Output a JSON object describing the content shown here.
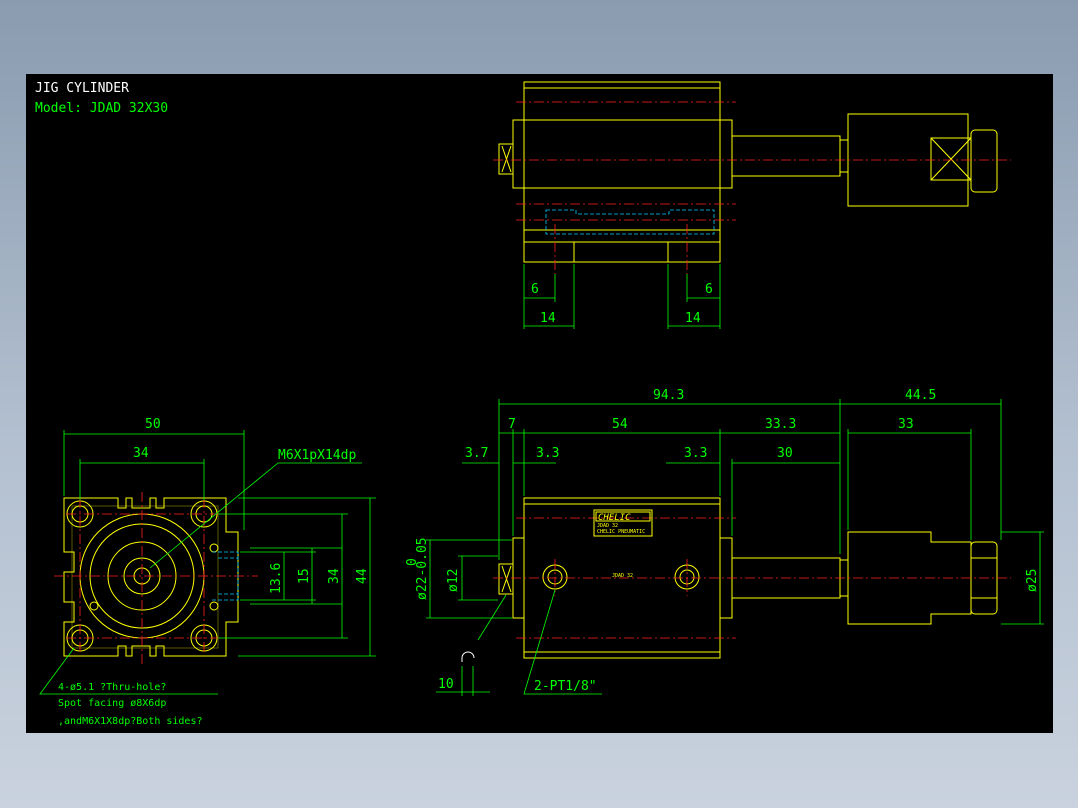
{
  "drawing": {
    "title": "JIG CYLINDER",
    "model": "Model:  JDAD 32X30"
  },
  "dimensions": {
    "top_left_6": "6",
    "top_right_6": "6",
    "top_left_14": "14",
    "top_right_14": "14",
    "side_overall": "94.3",
    "side_right": "44.5",
    "side_7": "7",
    "side_54": "54",
    "side_33_3": "33.3",
    "side_33": "33",
    "side_3_7": "3.7",
    "side_3_3_left": "3.3",
    "side_3_3_right": "3.3",
    "side_30": "30",
    "side_dia22": "ø22-0.05",
    "side_dia22_tol": "0",
    "side_dia12": "ø12",
    "side_dia25": "ø25",
    "side_10": "10",
    "end_50": "50",
    "end_34_top": "34",
    "end_13_6": "13.6",
    "end_15": "15",
    "end_34_right": "34",
    "end_44": "44"
  },
  "notes": {
    "thread": "M6X1pX14dp",
    "port": "2-PT1/8\"",
    "holes_line1": "4-ø5.1 ?Thru-hole?",
    "holes_line2": "Spot facing ø8X6dp",
    "holes_line3": ",andM6X1X8dp?Both sides?"
  },
  "label": {
    "brand": "CHELIC",
    "model_mark": "JDAD 32",
    "plate_line1": "JDAD 32",
    "plate_line2": "CHELIC PNEUMATIC"
  },
  "colors": {
    "background": "#000000",
    "outline": "#ffff00",
    "dimension": "#00ff00",
    "centerline": "#ff2020",
    "hidden": "#00ccff"
  }
}
